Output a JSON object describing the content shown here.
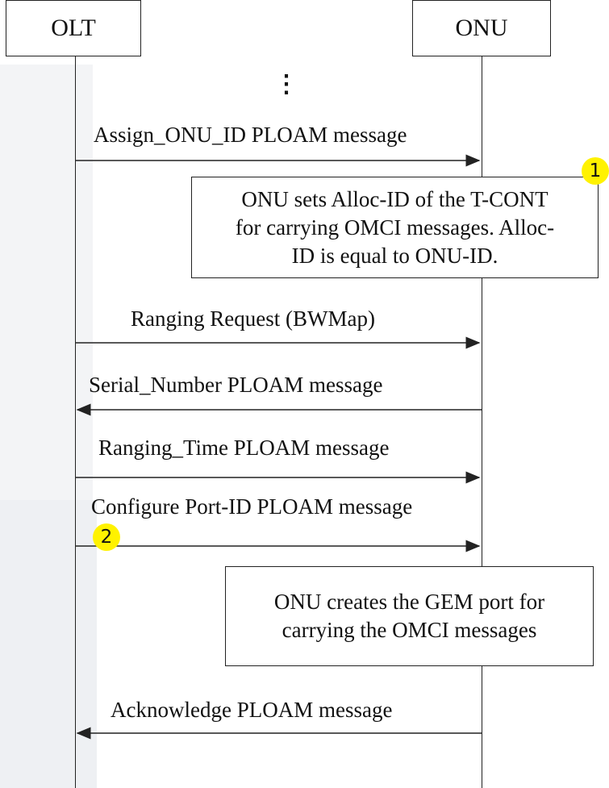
{
  "lifelines": {
    "olt": "OLT",
    "onu": "ONU"
  },
  "continuation": "⋮",
  "messages": [
    {
      "label": "Assign_ONU_ID PLOAM message",
      "direction": "olt-to-onu"
    },
    {
      "label": "Ranging Request (BWMap)",
      "direction": "olt-to-onu"
    },
    {
      "label": "Serial_Number PLOAM message",
      "direction": "onu-to-olt"
    },
    {
      "label": "Ranging_Time PLOAM message",
      "direction": "olt-to-onu"
    },
    {
      "label": "Configure Port-ID PLOAM message",
      "direction": "olt-to-onu"
    },
    {
      "label": "Acknowledge PLOAM message",
      "direction": "onu-to-olt"
    }
  ],
  "notes": [
    {
      "lines": [
        "ONU sets Alloc-ID of the T-CONT",
        "for carrying OMCI messages. Alloc-",
        "ID is equal to ONU-ID."
      ]
    },
    {
      "lines": [
        "ONU creates the GEM port for",
        "carrying the OMCI messages"
      ]
    }
  ],
  "badges": [
    "1",
    "2"
  ],
  "colors": {
    "badge": "#fff200",
    "line": "#222222"
  }
}
